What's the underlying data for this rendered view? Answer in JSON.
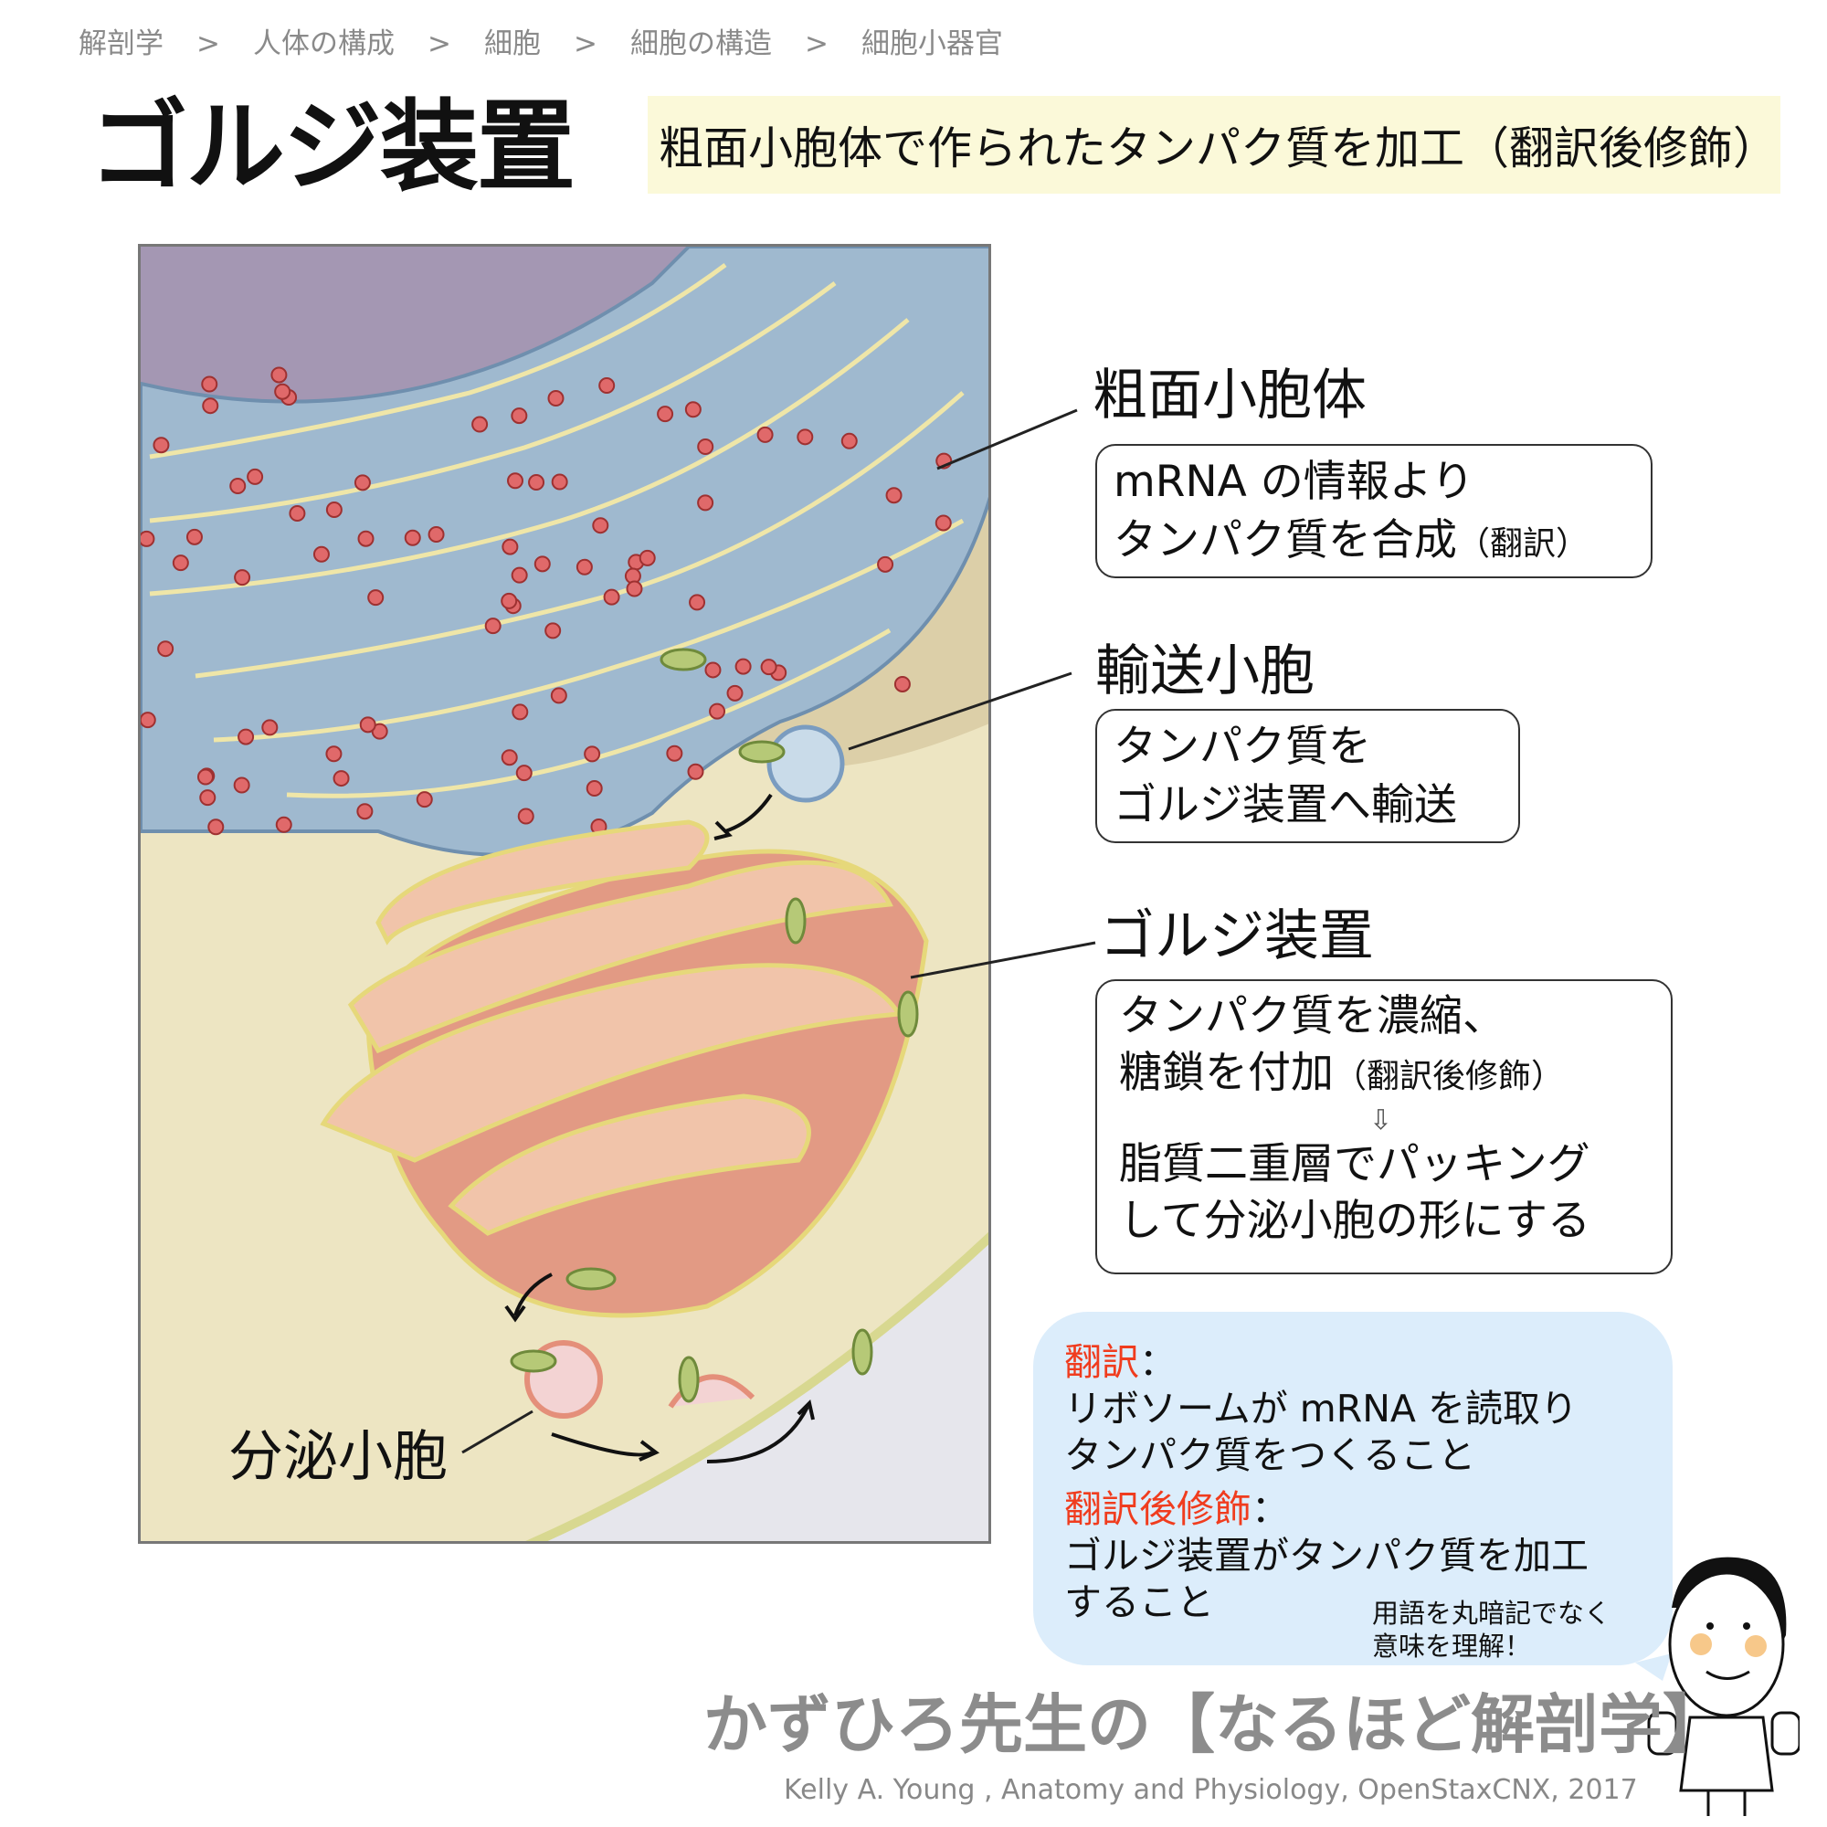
{
  "breadcrumb": [
    "解剖学",
    ">",
    "人体の構成",
    ">",
    "細胞",
    ">",
    "細胞の構造",
    ">",
    "細胞小器官"
  ],
  "title": "ゴルジ装置",
  "banner": "粗面小胞体で作られたタンパク質を加工（翻訳後修飾）",
  "labels": {
    "rer": {
      "title": "粗面小胞体",
      "line1": "mRNA の情報より",
      "line2": "タンパク質を合成",
      "note": "（翻訳）"
    },
    "vesicle": {
      "title": "輸送小胞",
      "line1": "タンパク質を",
      "line2": "ゴルジ装置へ輸送"
    },
    "golgi": {
      "title": "ゴルジ装置",
      "line1": "タンパク質を濃縮、",
      "line2": "糖鎖を付加",
      "note": "（翻訳後修飾）",
      "arrow": "⇩",
      "line3": "脂質二重層でパッキング",
      "line4": "して分泌小胞の形にする"
    },
    "secretory": "分泌小胞"
  },
  "bubble": {
    "term1": "翻訳",
    "colon": "：",
    "def1a": "リボソームが mRNA を読取り",
    "def1b": "タンパク質をつくること",
    "term2": "翻訳後修飾",
    "def2a": "ゴルジ装置がタンパク質を加工",
    "def2b": "すること",
    "note1": "用語を丸暗記でなく",
    "note2": "意味を理解！"
  },
  "footer": "かずひろ先生の【なるほど解剖学】",
  "citation": "Kelly A. Young , Anatomy and Physiology, OpenStaxCNX, 2017",
  "colors": {
    "accent": "#f03c1e",
    "banner": "#fbf9d9",
    "bubble": "#dcedfb",
    "er": "#9fb9cf",
    "golgi": "#eba58f",
    "cytoplasm": "#ede5c2",
    "nucleus": "#a497b3"
  }
}
